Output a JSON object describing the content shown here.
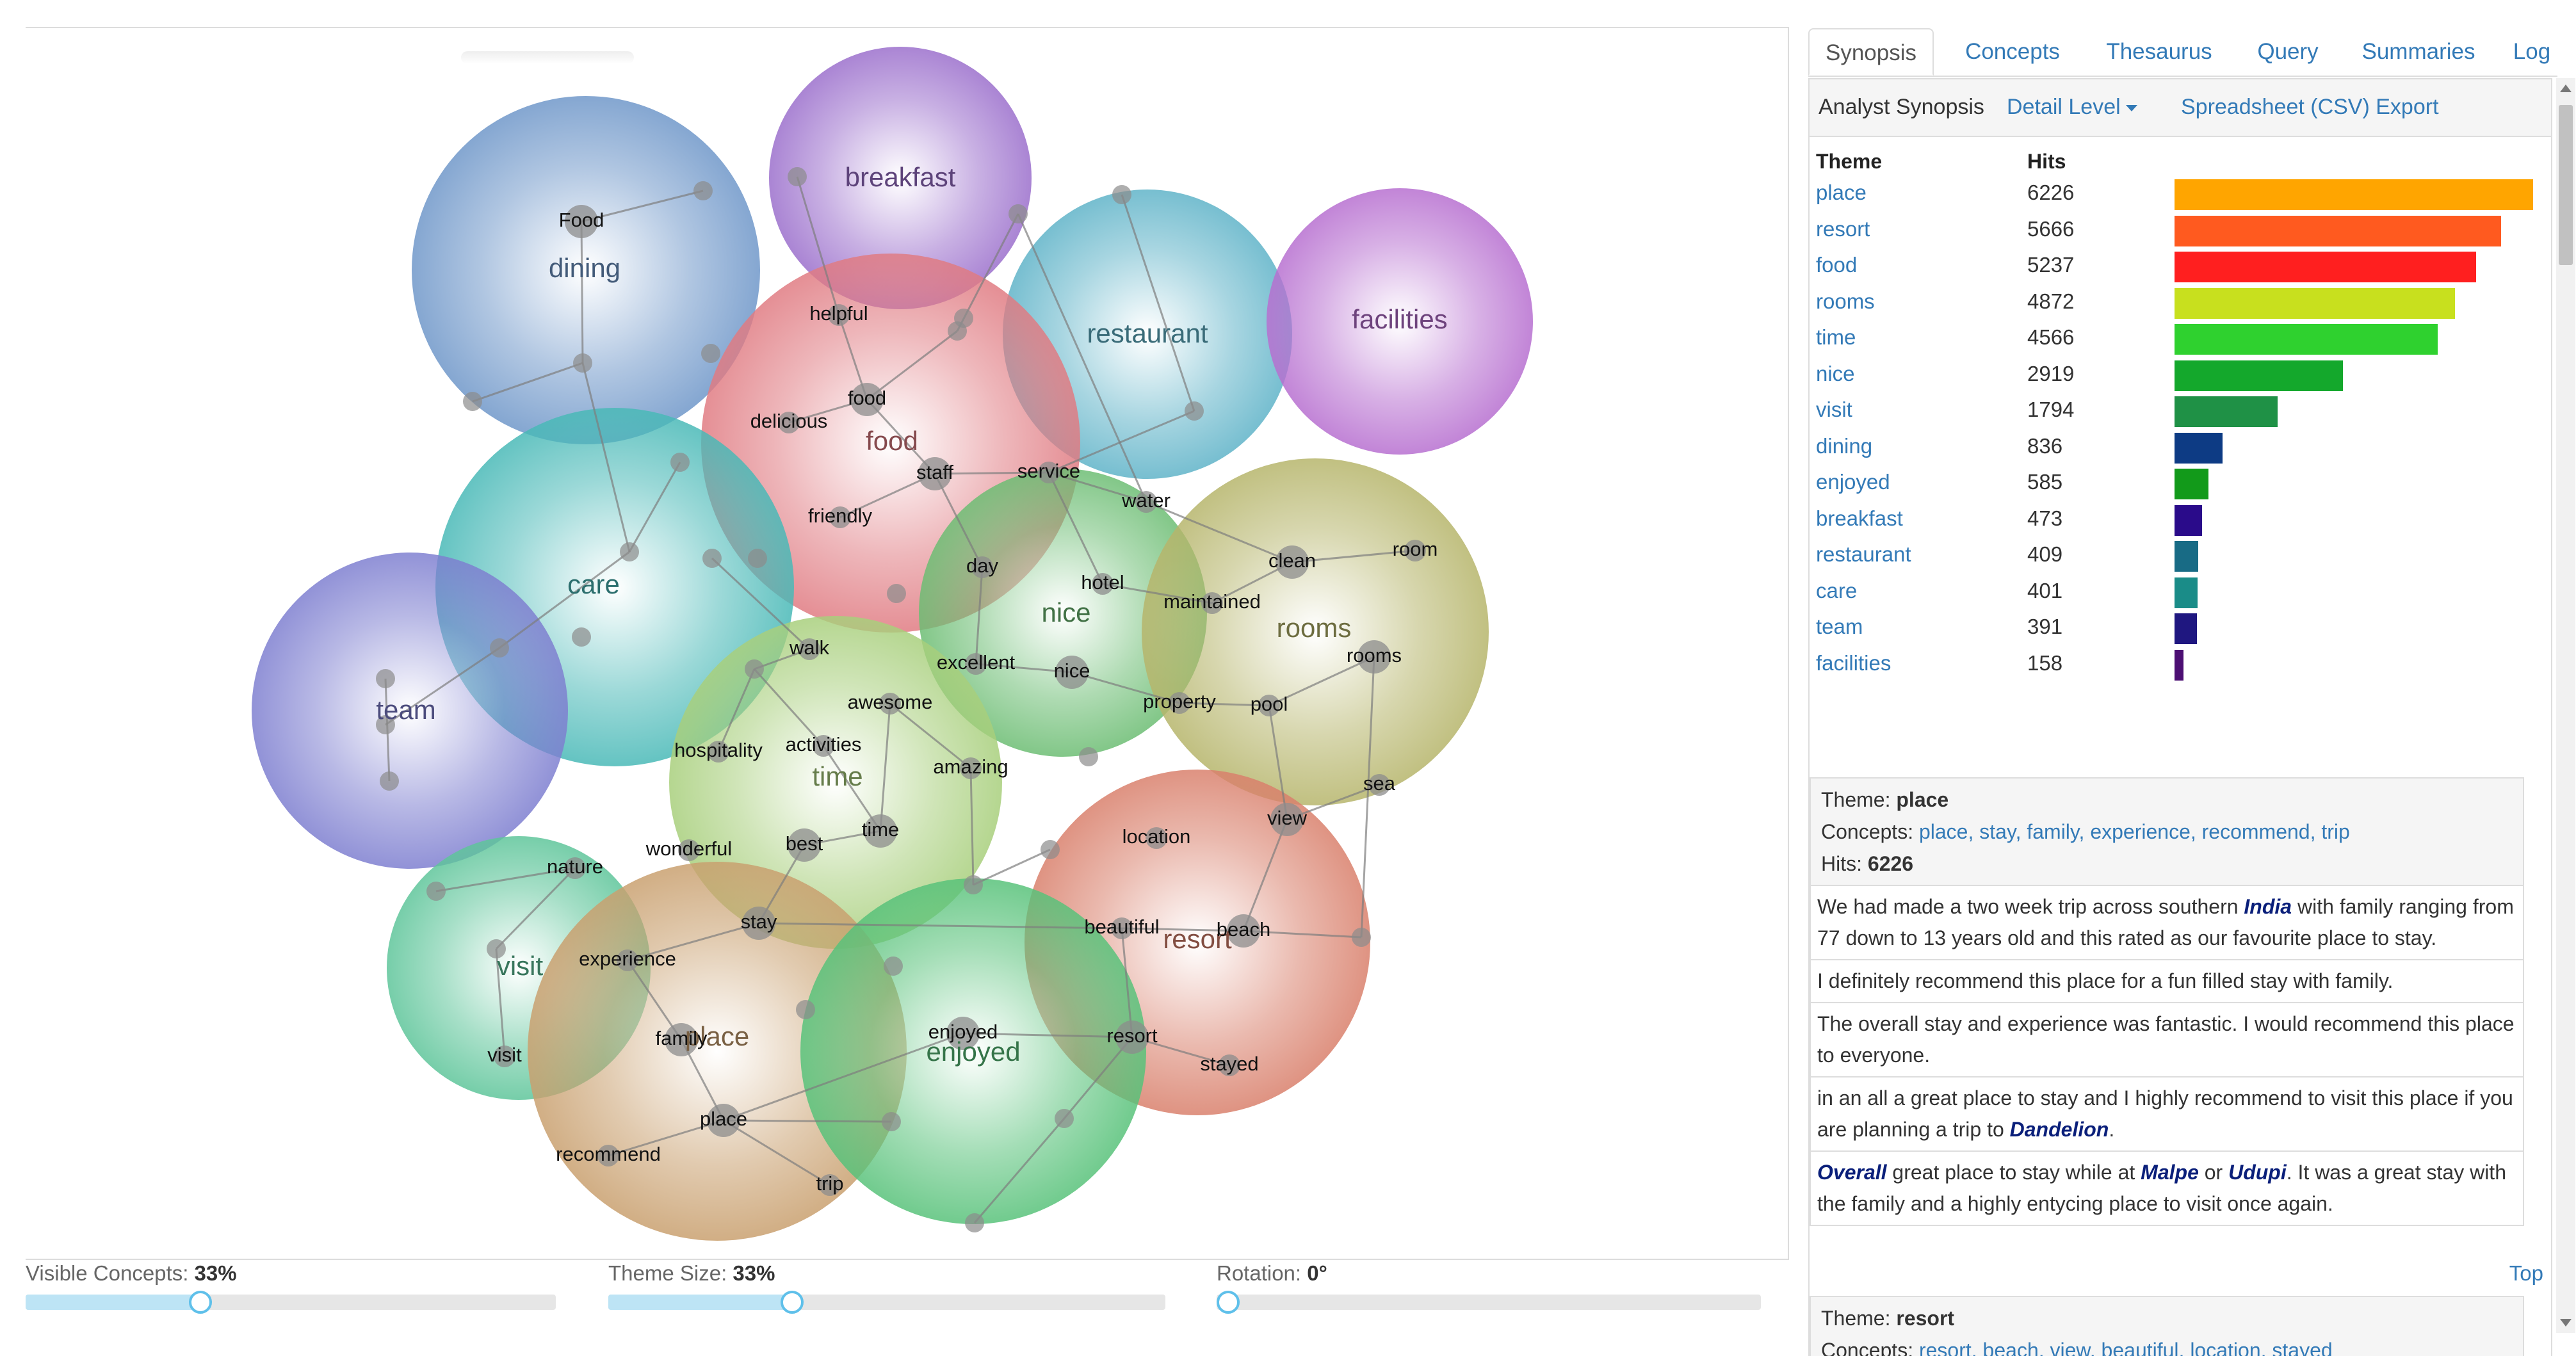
{
  "tabs": [
    {
      "label": "Synopsis",
      "active": true
    },
    {
      "label": "Concepts"
    },
    {
      "label": "Thesaurus"
    },
    {
      "label": "Query"
    },
    {
      "label": "Summaries"
    },
    {
      "label": "Log"
    }
  ],
  "synopsis": {
    "title": "Analyst Synopsis",
    "detail_level": "Detail Level",
    "export": "Spreadsheet (CSV) Export"
  },
  "table": {
    "col_theme": "Theme",
    "col_hits": "Hits",
    "max_hits": 6226,
    "rows": [
      {
        "theme": "place",
        "hits": 6226,
        "color": "#ffa500"
      },
      {
        "theme": "resort",
        "hits": 5666,
        "color": "#ff5a1f"
      },
      {
        "theme": "food",
        "hits": 5237,
        "color": "#ff1f1f"
      },
      {
        "theme": "rooms",
        "hits": 4872,
        "color": "#c8e01e"
      },
      {
        "theme": "time",
        "hits": 4566,
        "color": "#2fd12f"
      },
      {
        "theme": "nice",
        "hits": 2919,
        "color": "#14a82c"
      },
      {
        "theme": "visit",
        "hits": 1794,
        "color": "#1f9146"
      },
      {
        "theme": "dining",
        "hits": 836,
        "color": "#0d3b84"
      },
      {
        "theme": "enjoyed",
        "hits": 585,
        "color": "#129a1a"
      },
      {
        "theme": "breakfast",
        "hits": 473,
        "color": "#2a0b8a"
      },
      {
        "theme": "restaurant",
        "hits": 409,
        "color": "#186b85"
      },
      {
        "theme": "care",
        "hits": 401,
        "color": "#1a8c88"
      },
      {
        "theme": "team",
        "hits": 391,
        "color": "#1f1780"
      },
      {
        "theme": "facilities",
        "hits": 158,
        "color": "#4c0f73"
      }
    ]
  },
  "detail_place": {
    "theme_label": "Theme:",
    "theme": "place",
    "concepts_label": "Concepts:",
    "concepts": "place, stay, family, experience, recommend, trip",
    "hits_label": "Hits:",
    "hits": "6226",
    "e1_a": "We had made a two week trip across southern ",
    "e1_kw": "India",
    "e1_b": " with family ranging from 77 down to 13 years old and this rated as our favourite place to stay.",
    "e2": "I definitely recommend this place for a fun filled stay with family.",
    "e3": "The overall stay and experience was fantastic. I would recommend this place to everyone.",
    "e4_a": "in an all a great place to stay and I highly recommend to visit this place if you are planning a trip to ",
    "e4_kw": "Dandelion",
    "e4_b": ".",
    "e5_kw1": "Overall",
    "e5_a": " great place to stay while at ",
    "e5_kw2": "Malpe",
    "e5_b": " or ",
    "e5_kw3": "Udupi",
    "e5_c": ". It was a great stay with the family and a highly entycing place to visit once again."
  },
  "top_link": "Top",
  "detail_resort": {
    "theme_label": "Theme:",
    "theme": "resort",
    "concepts_label": "Concepts:",
    "concepts": "resort, beach, view, beautiful, location, stayed"
  },
  "sliders": {
    "visible_label": "Visible Concepts:",
    "visible_value": "33%",
    "visible_level": 0.33,
    "theme_label": "Theme Size:",
    "theme_value": "33%",
    "theme_level": 0.33,
    "rotation_label": "Rotation:",
    "rotation_value": "0°",
    "rotation_level": 0
  },
  "map": {
    "themes": [
      {
        "name": "breakfast",
        "color": "#9b6fcc"
      },
      {
        "name": "dining",
        "color": "#6f97c9"
      },
      {
        "name": "restaurant",
        "color": "#5fb3c8"
      },
      {
        "name": "facilities",
        "color": "#b76fd0"
      },
      {
        "name": "food",
        "color": "#e07b82"
      },
      {
        "name": "care",
        "color": "#49b9b7"
      },
      {
        "name": "team",
        "color": "#7e7fd0"
      },
      {
        "name": "nice",
        "color": "#6cbd73"
      },
      {
        "name": "rooms",
        "color": "#b6b56b"
      },
      {
        "name": "time",
        "color": "#a8cf7c"
      },
      {
        "name": "resort",
        "color": "#d9806c"
      },
      {
        "name": "visit",
        "color": "#5ec59a"
      },
      {
        "name": "place",
        "color": "#c9a06f"
      },
      {
        "name": "enjoyed",
        "color": "#58c27a"
      }
    ],
    "concepts": [
      "Food",
      "helpful",
      "food",
      "delicious",
      "staff",
      "service",
      "water",
      "friendly",
      "day",
      "hotel",
      "clean",
      "room",
      "maintained",
      "walk",
      "excellent",
      "nice",
      "rooms",
      "awesome",
      "hospitality",
      "activities",
      "amazing",
      "property",
      "pool",
      "sea",
      "time",
      "view",
      "location",
      "nature",
      "wonderful",
      "best",
      "stay",
      "beautiful",
      "beach",
      "experience",
      "enjoyed",
      "resort",
      "family",
      "stayed",
      "visit",
      "place",
      "recommend",
      "trip"
    ]
  }
}
